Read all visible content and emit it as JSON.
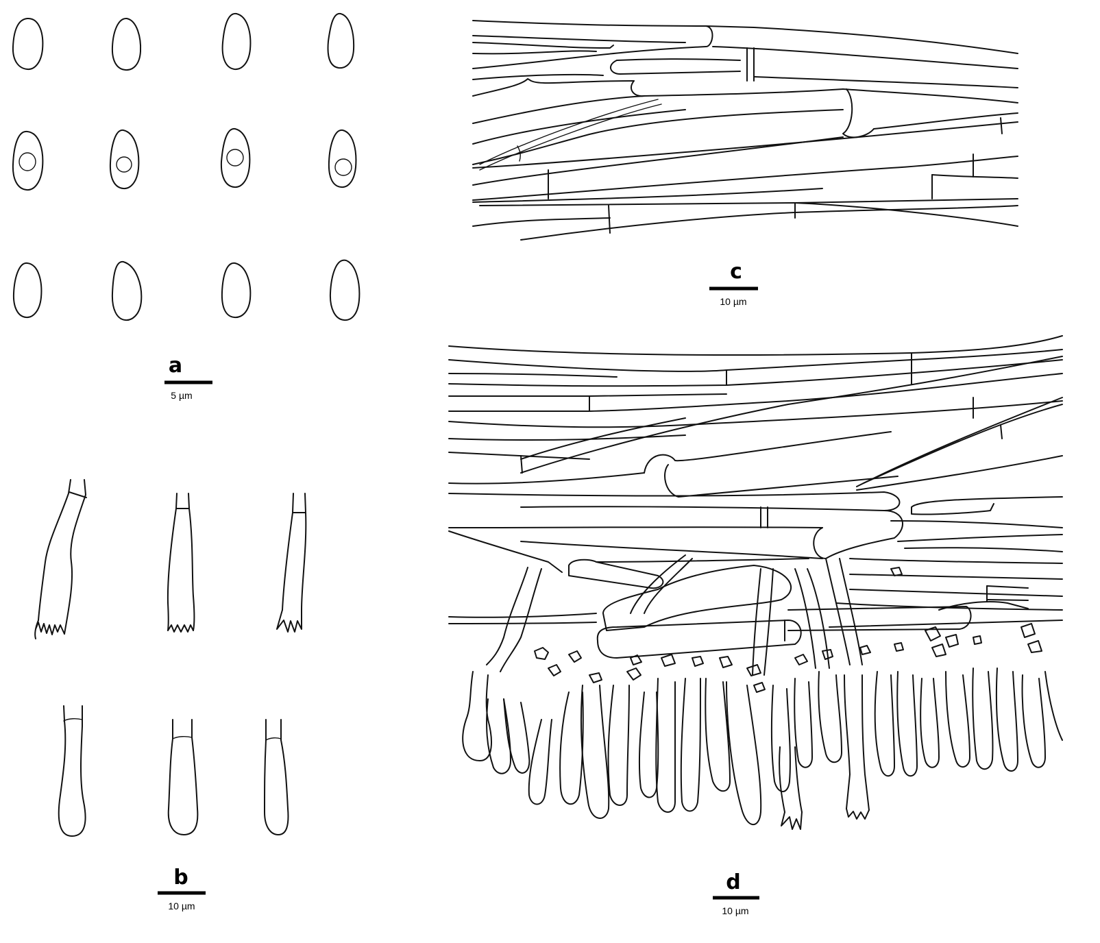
{
  "panels": [
    {
      "id": "a",
      "letter": "a",
      "scale_label": "5 µm"
    },
    {
      "id": "b",
      "letter": "b",
      "scale_label": "10 µm"
    },
    {
      "id": "c",
      "letter": "c",
      "scale_label": "10 µm"
    },
    {
      "id": "d",
      "letter": "d",
      "scale_label": "10 µm"
    }
  ],
  "colors": {
    "ink": "#111111",
    "background": "#ffffff"
  }
}
